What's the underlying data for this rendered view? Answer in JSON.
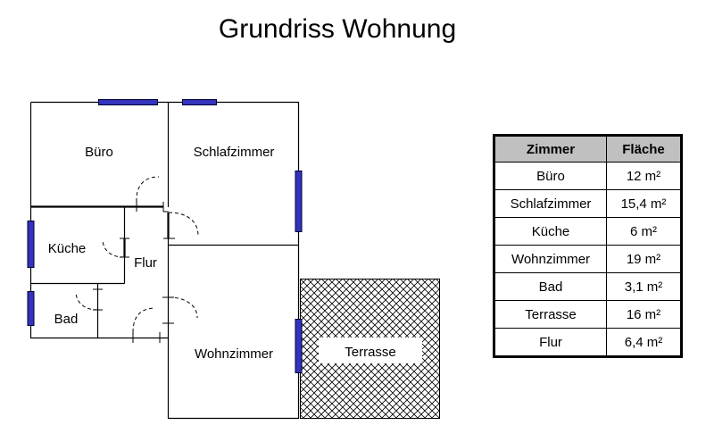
{
  "title": "Grundriss Wohnung",
  "colors": {
    "wall": "#000000",
    "window": "#3333bb",
    "window_border": "#000033",
    "table_header_bg": "#c0c0c0",
    "terrace_hatch": "#000000"
  },
  "rooms": {
    "buero": "Büro",
    "schlafzimmer": "Schlafzimmer",
    "kueche": "Küche",
    "flur": "Flur",
    "bad": "Bad",
    "wohnzimmer": "Wohnzimmer",
    "terrasse": "Terrasse"
  },
  "table": {
    "headers": [
      "Zimmer",
      "Fläche"
    ],
    "rows": [
      {
        "room": "Büro",
        "area": "12 m²"
      },
      {
        "room": "Schlafzimmer",
        "area": "15,4 m²"
      },
      {
        "room": "Küche",
        "area": "6 m²"
      },
      {
        "room": "Wohnzimmer",
        "area": "19 m²"
      },
      {
        "room": "Bad",
        "area": "3,1 m²"
      },
      {
        "room": "Terrasse",
        "area": "16 m²"
      },
      {
        "room": "Flur",
        "area": "6,4 m²"
      }
    ]
  }
}
